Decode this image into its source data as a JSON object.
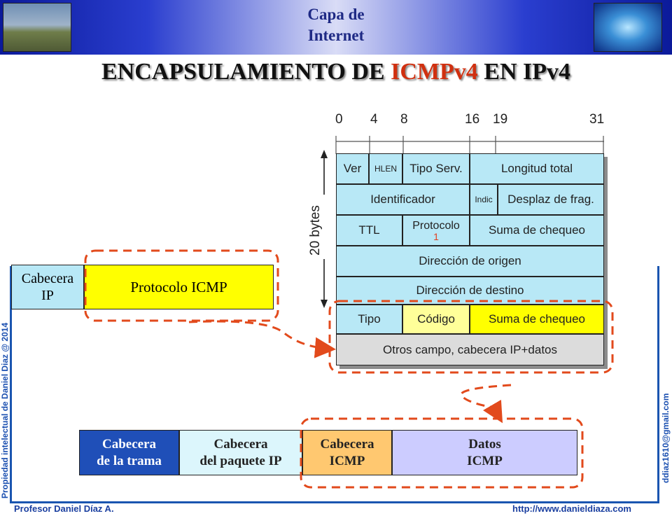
{
  "header": {
    "title_line1": "Capa de",
    "title_line2": "Internet"
  },
  "title": {
    "prefix": "ENCAPSULAMIENTO DE ",
    "highlight": "ICMPv4",
    "suffix": " EN IPv4"
  },
  "bit_positions": [
    "0",
    "4",
    "8",
    "16",
    "19",
    "31"
  ],
  "bytes_label": "20 bytes",
  "ip_header": {
    "ver": "Ver",
    "hlen": "HLEN",
    "tipo_serv": "Tipo Serv.",
    "longitud_total": "Longitud total",
    "identificador": "Identificador",
    "indic": "Indic",
    "desplaz": "Desplaz de frag.",
    "ttl": "TTL",
    "protocolo": "Protocolo",
    "protocolo_value": "1",
    "suma_ip": "Suma de chequeo",
    "origen": "Dirección de origen",
    "destino": "Dirección de destino",
    "tipo": "Tipo",
    "codigo": "Código",
    "suma_icmp": "Suma de chequeo",
    "otros": "Otros campo, cabecera IP+datos"
  },
  "ip_packet": {
    "cabecera_line1": "Cabecera",
    "cabecera_line2": "IP",
    "icmp": "Protocolo ICMP"
  },
  "frame": {
    "trama_line1": "Cabecera",
    "trama_line2": "de la trama",
    "paquete_line1": "Cabecera",
    "paquete_line2": "del paquete IP",
    "icmp_line1": "Cabecera",
    "icmp_line2": "ICMP",
    "datos_line1": "Datos",
    "datos_line2": "ICMP"
  },
  "footer": {
    "author": "Profesor Daniel Díaz A.",
    "url": "http://www.danieldiaza.com",
    "side_left": "Propiedad intelectual de Daniel Diaz @ 2014",
    "side_right": "ddiaz1610@gmail.com"
  },
  "colors": {
    "header_blue": "#0b1a9a",
    "field_cyan": "#b8e8f6",
    "icmp_yellow": "#ffff00",
    "dash_orange": "#e24a1c",
    "frame_blue": "#1f4fb8",
    "icmp_orange": "#ffc870",
    "datos_lavender": "#ccccff"
  }
}
